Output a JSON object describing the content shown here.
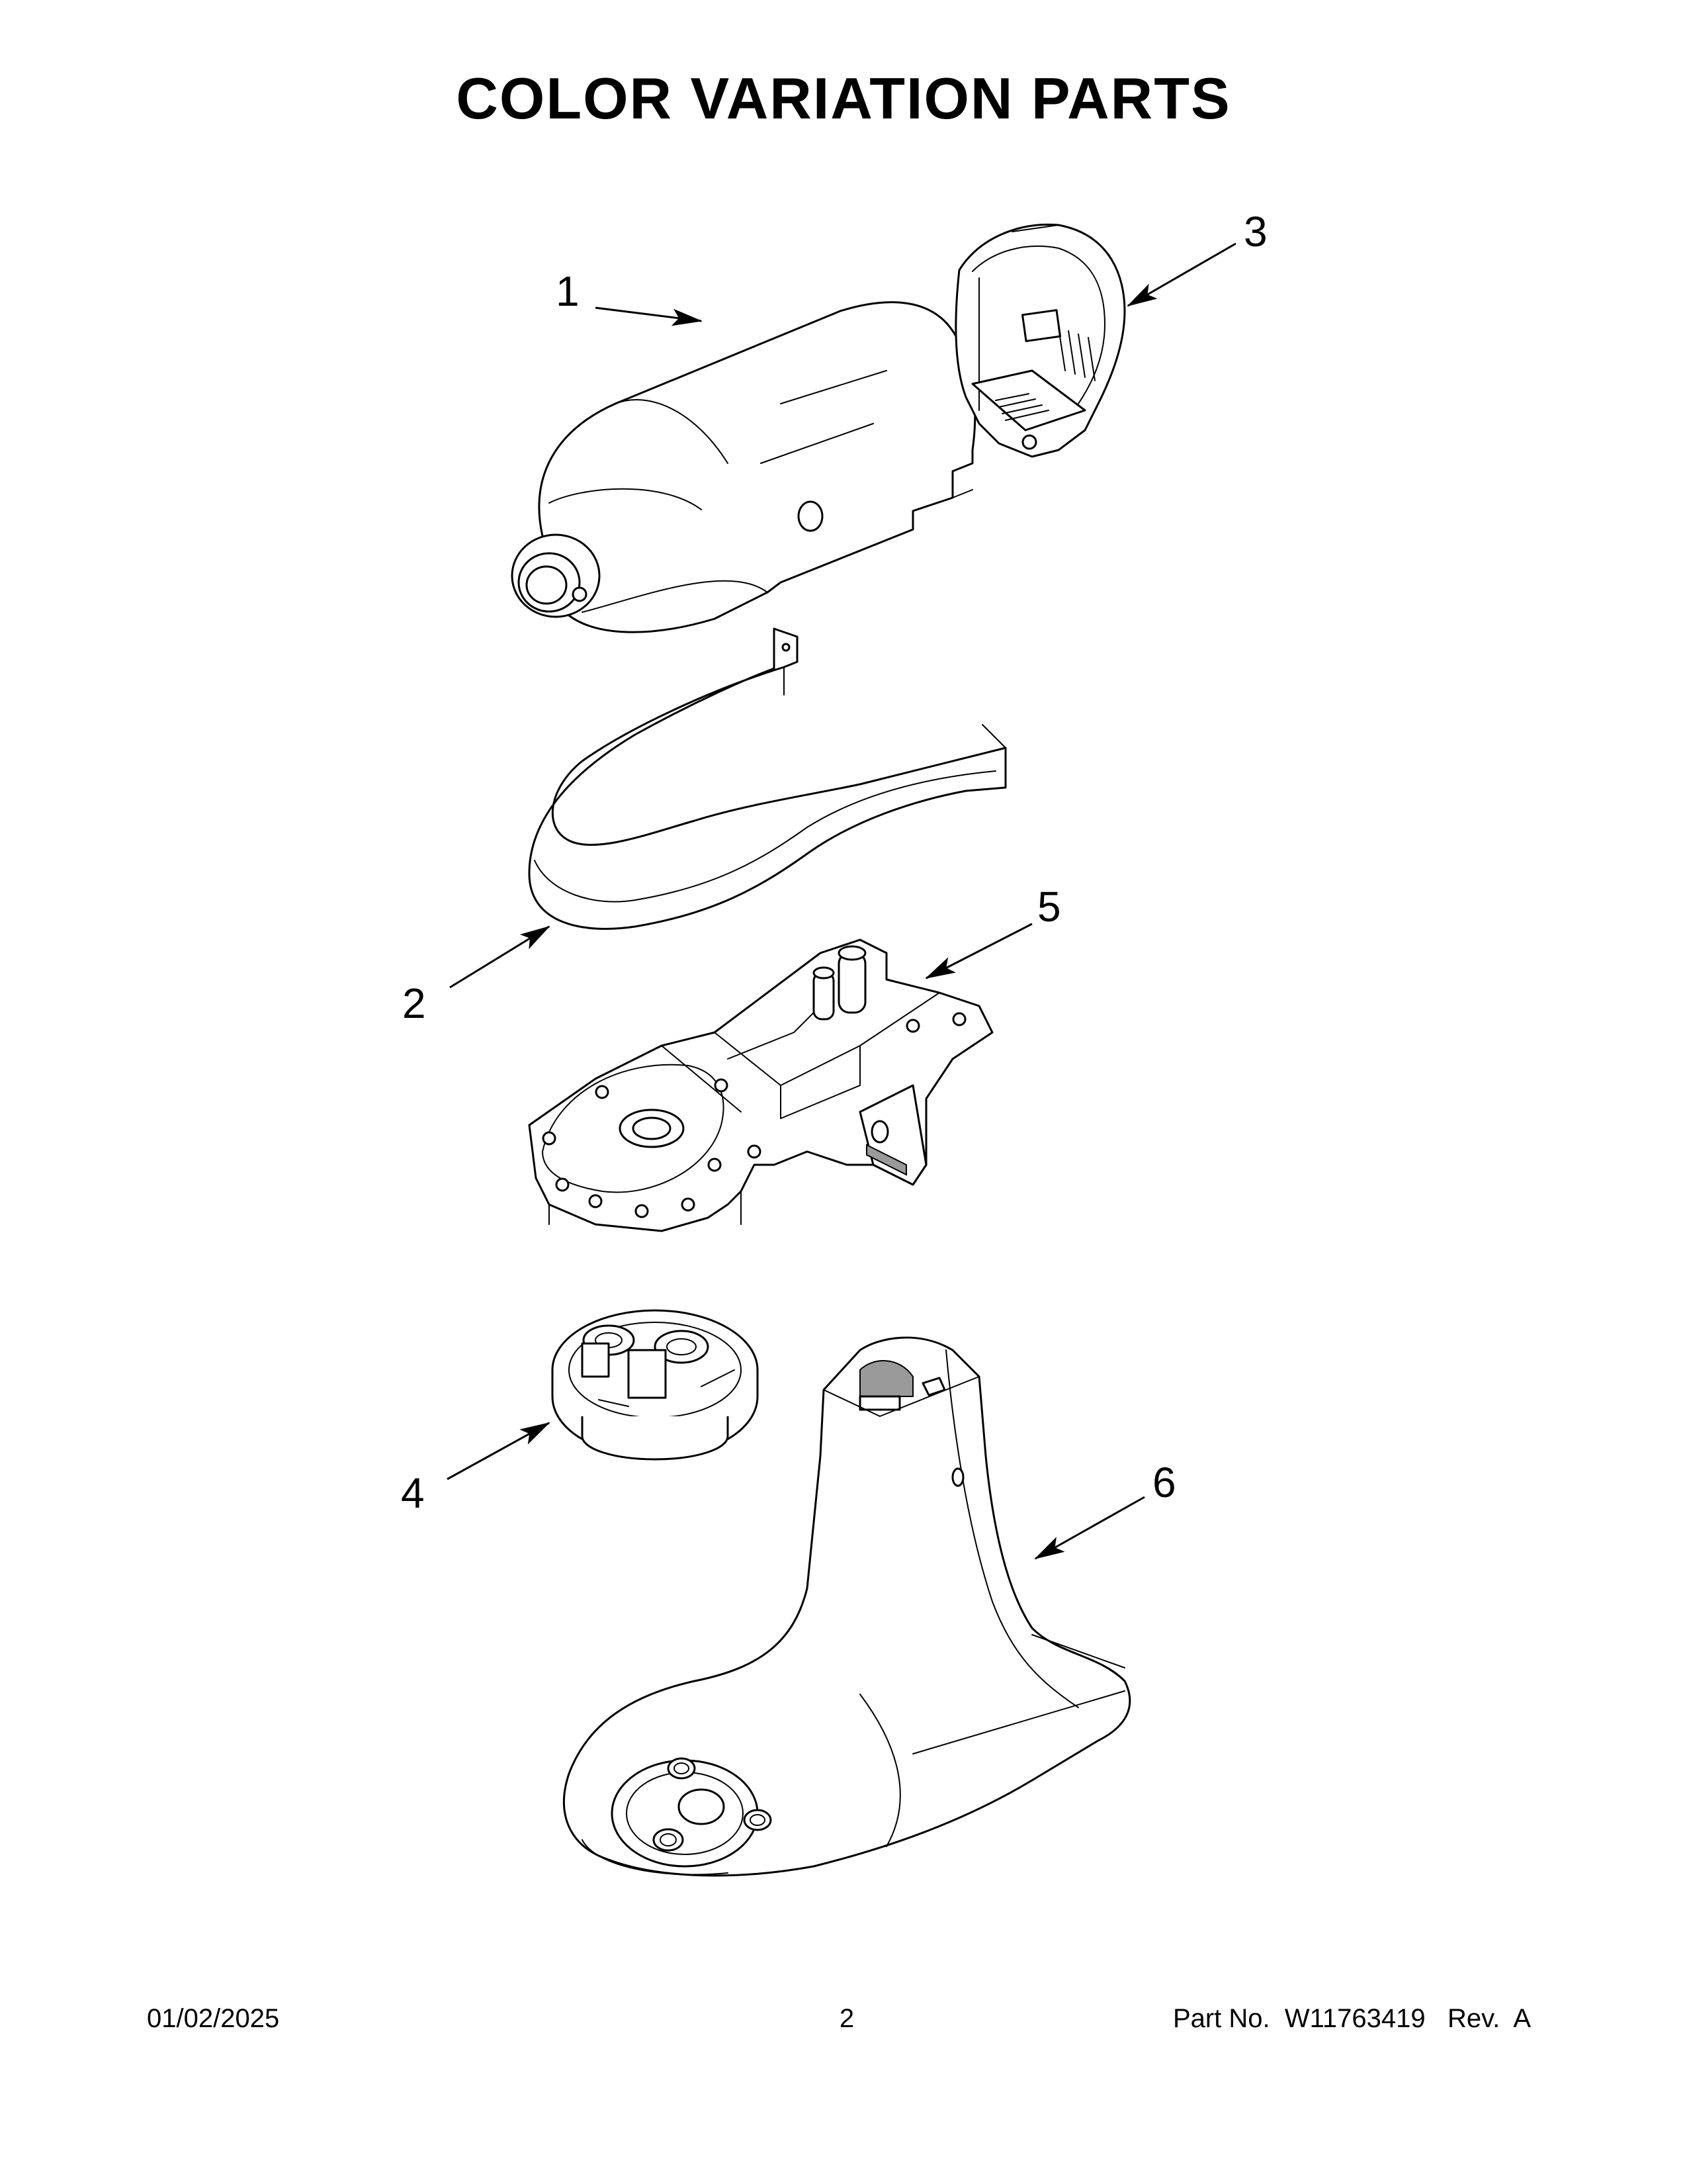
{
  "page": {
    "title": "COLOR VARIATION PARTS",
    "footer": {
      "date": "01/02/2025",
      "page_number": "2",
      "part_label": "Part No.",
      "part_number": "W11763419",
      "rev_label": "Rev.",
      "rev": "A"
    }
  },
  "callouts": [
    {
      "id": "1",
      "label": "1"
    },
    {
      "id": "2",
      "label": "2"
    },
    {
      "id": "3",
      "label": "3"
    },
    {
      "id": "4",
      "label": "4"
    },
    {
      "id": "5",
      "label": "5"
    },
    {
      "id": "6",
      "label": "6"
    }
  ],
  "colors": {
    "line": "#000000",
    "background": "#ffffff",
    "shade": "#9a9a9a"
  }
}
